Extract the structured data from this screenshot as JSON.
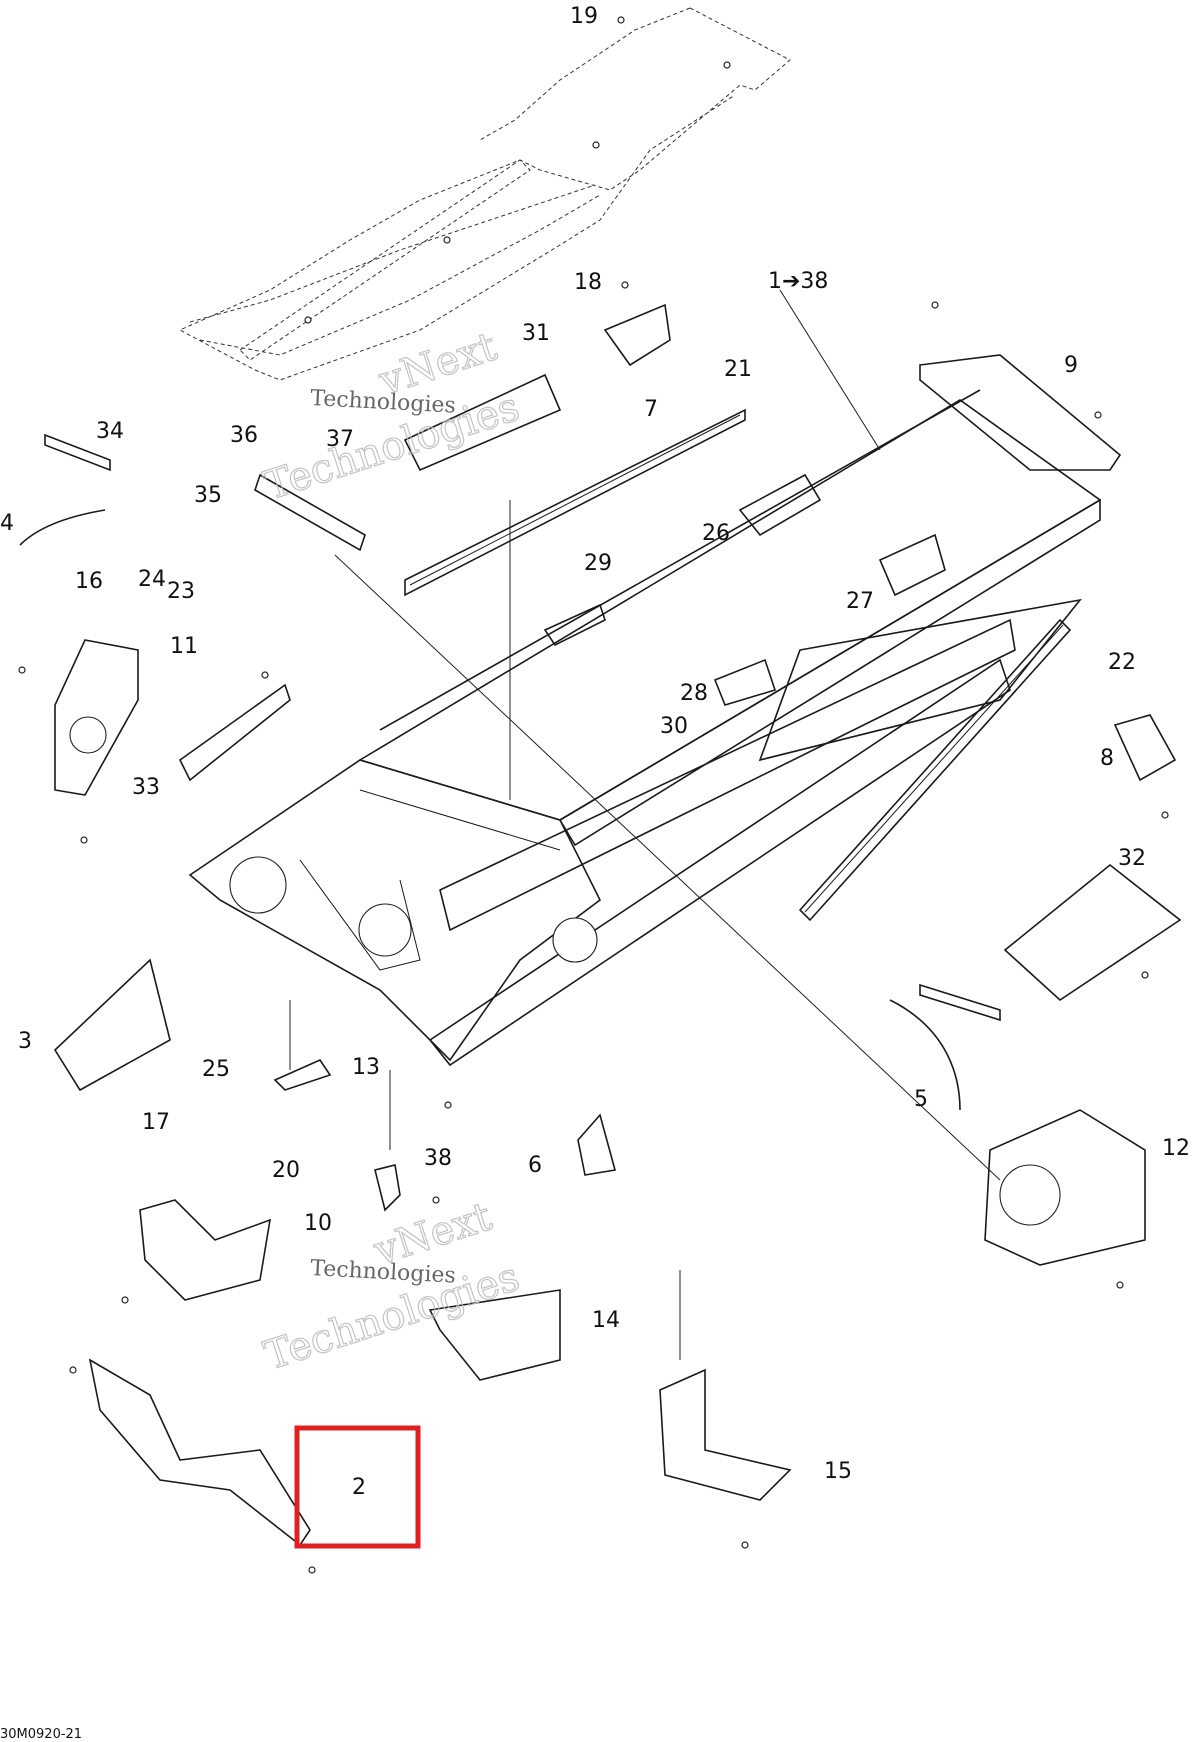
{
  "diagram": {
    "callouts": [
      "1➔38",
      "2",
      "3",
      "4",
      "5",
      "6",
      "7",
      "8",
      "9",
      "10",
      "11",
      "12",
      "13",
      "14",
      "15",
      "16",
      "17",
      "18",
      "19",
      "20",
      "21",
      "22",
      "23",
      "24",
      "25",
      "26",
      "27",
      "28",
      "29",
      "30",
      "31",
      "32",
      "33",
      "34",
      "35",
      "36",
      "37",
      "38"
    ],
    "watermark": {
      "line1": "vNext",
      "line2": "Technologies"
    },
    "document_id": "30M0920-21",
    "highlight": {
      "label": "2",
      "color": "#e02020"
    }
  }
}
